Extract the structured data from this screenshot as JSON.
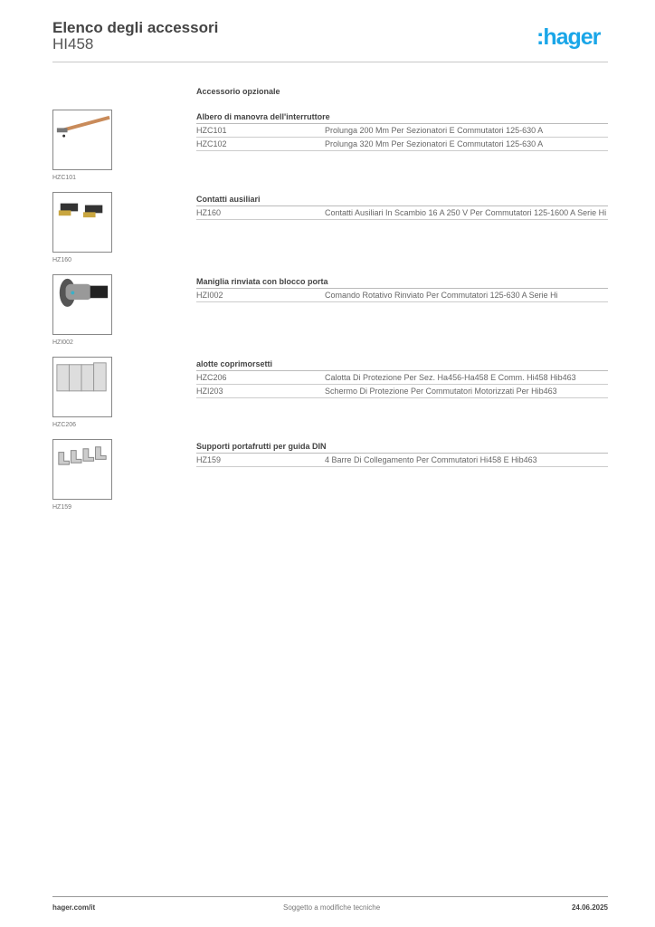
{
  "header": {
    "title": "Elenco degli accessori",
    "subtitle": "HI458",
    "logo": ":hager",
    "brand_color": "#1aa6e8"
  },
  "section_label": "Accessorio opzionale",
  "groups": [
    {
      "title": "Albero di manovra dell'interruttore",
      "image_label": "HZC101",
      "icon": "extension-shaft",
      "rows": [
        {
          "code": "HZC101",
          "desc": "Prolunga 200 Mm Per Sezionatori E Commutatori 125-630 A"
        },
        {
          "code": "HZC102",
          "desc": "Prolunga 320 Mm Per Sezionatori E Commutatori 125-630 A"
        }
      ]
    },
    {
      "title": "Contatti ausiliari",
      "image_label": "HZ160",
      "icon": "auxiliary-contacts",
      "rows": [
        {
          "code": "HZ160",
          "desc": "Contatti Ausiliari In Scambio 16 A 250 V Per Commutatori 125-1600 A Serie Hi"
        }
      ]
    },
    {
      "title": "Maniglia rinviata con blocco porta",
      "image_label": "HZI002",
      "icon": "rotary-handle",
      "rows": [
        {
          "code": "HZI002",
          "desc": "Comando Rotativo Rinviato Per Commutatori 125-630 A Serie Hi"
        }
      ]
    },
    {
      "title": "alotte coprimorsetti",
      "image_label": "HZC206",
      "icon": "terminal-covers",
      "rows": [
        {
          "code": "HZC206",
          "desc": "Calotta Di Protezione Per Sez. Ha456-Ha458 E Comm. Hi458 Hib463"
        },
        {
          "code": "HZI203",
          "desc": "Schermo Di Protezione Per Commutatori Motorizzati Per Hib463"
        }
      ]
    },
    {
      "title": "Supporti portafrutti per guida DIN",
      "image_label": "HZ159",
      "icon": "connection-bars",
      "rows": [
        {
          "code": "HZ159",
          "desc": "4 Barre Di Collegamento Per Commutatori Hi458 E Hib463"
        }
      ]
    }
  ],
  "footer": {
    "left": "hager.com/it",
    "center": "Soggetto a modifiche tecniche",
    "right": "24.06.2025"
  }
}
